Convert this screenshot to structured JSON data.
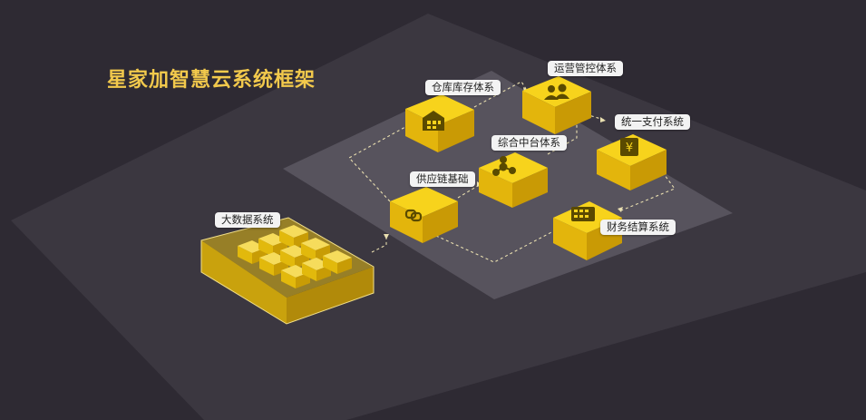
{
  "title": "星家加智慧云系统框架",
  "nodes": {
    "bigdata": {
      "label": "大数据系统",
      "icon": "cube-stack-icon"
    },
    "supply": {
      "label": "供应链基础",
      "icon": "link-chain-icon"
    },
    "warehouse": {
      "label": "仓库库存体系",
      "icon": "warehouse-building-icon"
    },
    "midplatform": {
      "label": "综合中台体系",
      "icon": "share-network-icon"
    },
    "operations": {
      "label": "运营管控体系",
      "icon": "people-group-icon"
    },
    "payment": {
      "label": "统一支付系统",
      "icon": "yen-card-icon"
    },
    "finance": {
      "label": "财务结算系统",
      "icon": "calculator-icon"
    }
  },
  "colors": {
    "background": "#2e2a33",
    "outer_platform": "#3d3942",
    "inner_platform": "#58545e",
    "block_top": "#f7d31c",
    "block_left": "#e3b50c",
    "block_right": "#c99a05",
    "title": "#f2c94c",
    "connector": "#e9dfb0"
  }
}
